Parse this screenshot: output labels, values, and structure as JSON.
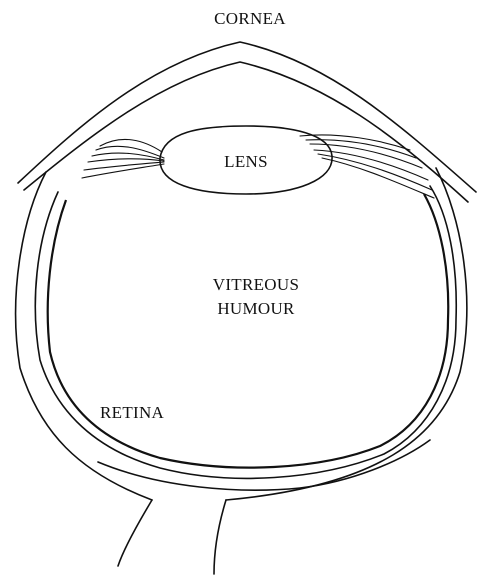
{
  "diagram": {
    "labels": {
      "cornea": "CORNEA",
      "lens": "LENS",
      "vitreous_line1": "VITREOUS",
      "vitreous_line2": "HUMOUR",
      "retina": "RETINA"
    },
    "colors": {
      "line": "#111111",
      "background": "#ffffff"
    }
  }
}
